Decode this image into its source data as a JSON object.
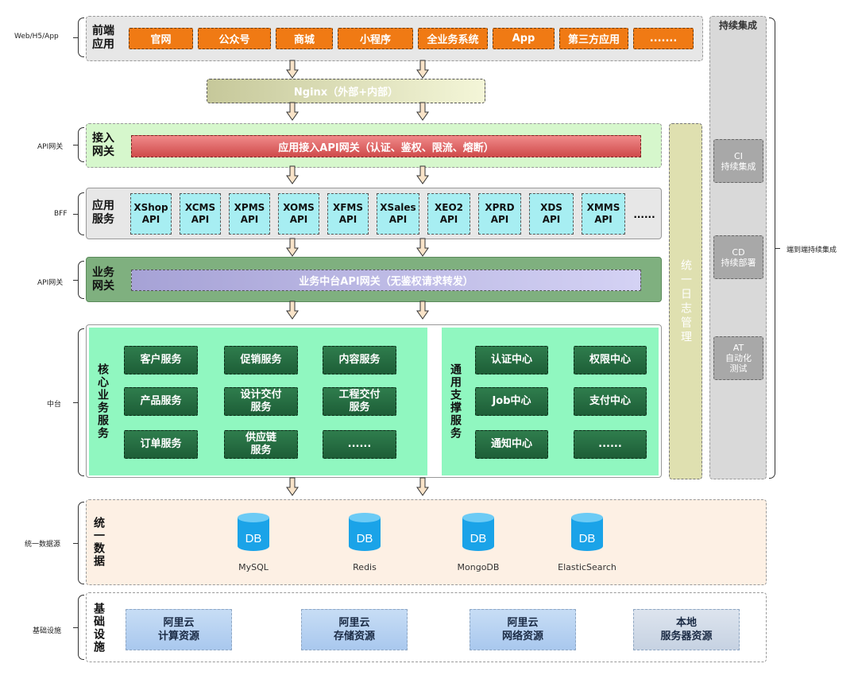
{
  "left_labels": {
    "frontend": "Web/H5/App",
    "api_gateway_1": "API网关",
    "bff": "BFF",
    "api_gateway_2": "API网关",
    "middle": "中台",
    "data": "统一数据源",
    "infra": "基础设施"
  },
  "right_label": "端到端持续集成",
  "frontend": {
    "title": "前端\n应用",
    "items": [
      "官网",
      "公众号",
      "商城",
      "小程序",
      "全业务系统",
      "App",
      "第三方应用",
      "......."
    ]
  },
  "nginx": {
    "label": "Nginx（外部+内部）"
  },
  "access_gateway": {
    "title": "接入\n网关",
    "bar": "应用接入API网关（认证、鉴权、限流、熔断）"
  },
  "app_services": {
    "title": "应用\n服务",
    "apis": [
      "XShop\nAPI",
      "XCMS\nAPI",
      "XPMS\nAPI",
      "XOMS\nAPI",
      "XFMS\nAPI",
      "XSales\nAPI",
      "XEO2\nAPI",
      "XPRD\nAPI",
      "XDS\nAPI",
      "XMMS\nAPI"
    ],
    "more": "......"
  },
  "business_gateway": {
    "title": "业务\n网关",
    "bar": "业务中台API网关（无鉴权请求转发）"
  },
  "core": {
    "title": "核心业务服务",
    "services": [
      "客户服务",
      "促销服务",
      "内容服务",
      "产品服务",
      "设计交付\n服务",
      "工程交付\n服务",
      "订单服务",
      "供应链\n服务",
      "......"
    ]
  },
  "common": {
    "title": "通用支撑服务",
    "services": [
      "认证中心",
      "权限中心",
      "Job中心",
      "支付中心",
      "通知中心",
      "......"
    ]
  },
  "log": {
    "title": "统一日志管理"
  },
  "ci": {
    "title": "持续集成",
    "items": [
      "CI\n持续集成",
      "CD\n持续部署",
      "AT\n自动化\n测试"
    ]
  },
  "data": {
    "title": "统一数据",
    "dbs": [
      {
        "icon": "DB",
        "name": "MySQL"
      },
      {
        "icon": "DB",
        "name": "Redis"
      },
      {
        "icon": "DB",
        "name": "MongoDB"
      },
      {
        "icon": "DB",
        "name": "ElasticSearch"
      }
    ]
  },
  "infra": {
    "title": "基础设施",
    "items": [
      "阿里云\n计算资源",
      "阿里云\n存储资源",
      "阿里云\n网络资源",
      "本地\n服务器资源"
    ]
  },
  "colors": {
    "orange": "#f07a14",
    "api_bar_red": "#e25e5e",
    "api_cyan": "#a7eef2",
    "service_green": "#256b40",
    "db_blue": "#1aa3e8"
  }
}
